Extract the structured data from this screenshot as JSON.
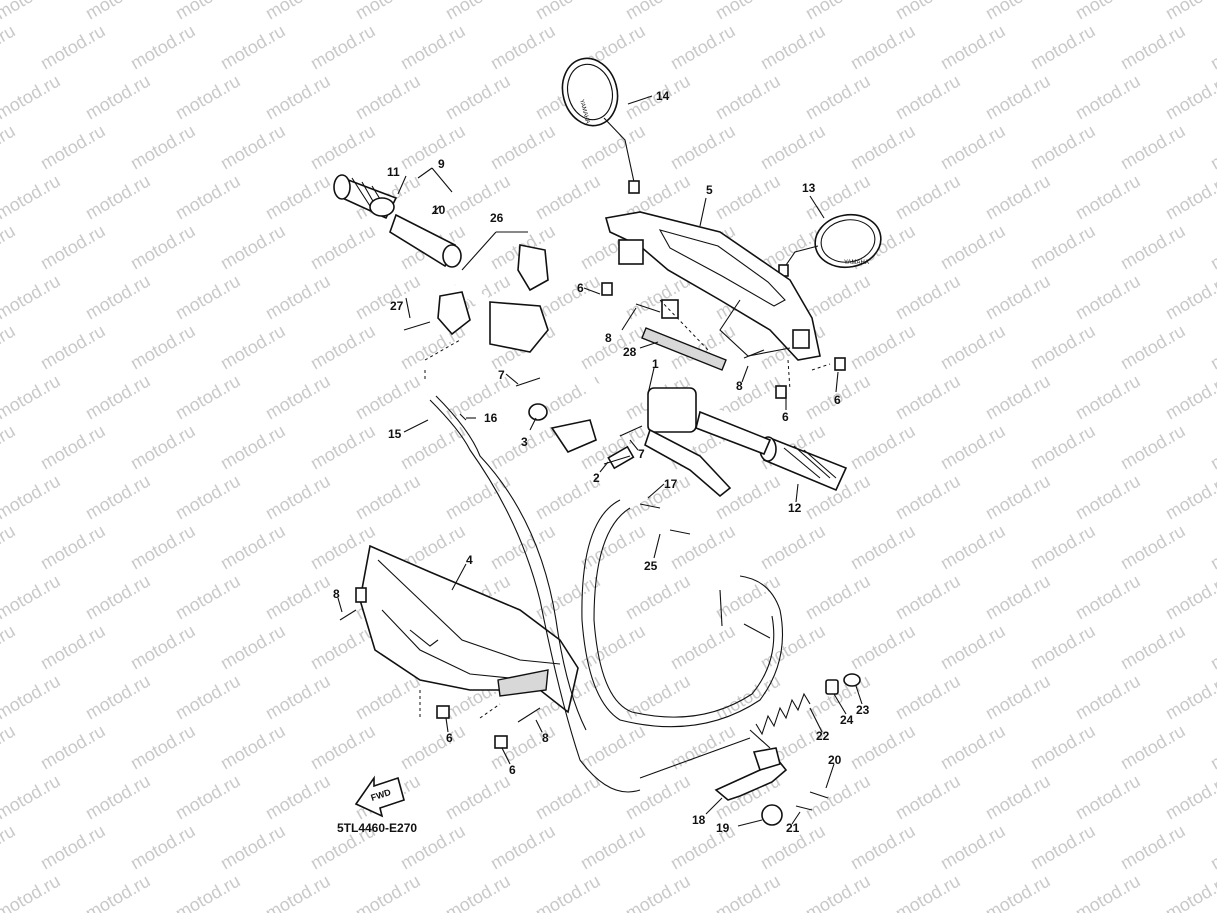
{
  "watermark": "motod.ru",
  "diagram_code": "5TL4460-E270",
  "fwd_label": "FWD",
  "mirror_brand": "YAMAHA",
  "callouts": {
    "c1": "1",
    "c2": "2",
    "c3": "3",
    "c4": "4",
    "c5": "5",
    "c6a": "6",
    "c6b": "6",
    "c6c": "6",
    "c6d": "6",
    "c6e": "6",
    "c7a": "7",
    "c7b": "7",
    "c8a": "8",
    "c8b": "8",
    "c8c": "8",
    "c8d": "8",
    "c9": "9",
    "c10": "10",
    "c11": "11",
    "c12": "12",
    "c13": "13",
    "c14": "14",
    "c15": "15",
    "c16": "16",
    "c17": "17",
    "c18": "18",
    "c19": "19",
    "c20": "20",
    "c21": "21",
    "c22": "22",
    "c23": "23",
    "c24": "24",
    "c25": "25",
    "c26": "26",
    "c27": "27",
    "c28": "28"
  }
}
